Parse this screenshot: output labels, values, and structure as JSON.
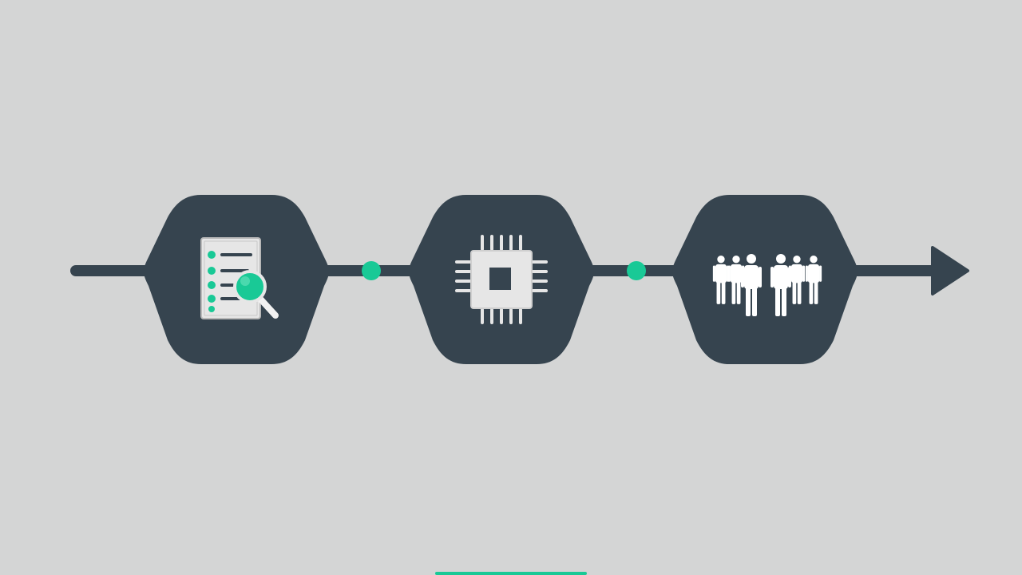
{
  "colors": {
    "background": "#d4d5d5",
    "node": "#36444f",
    "line": "#36444f",
    "accent": "#19c996",
    "icon_light": "#e6e6e6",
    "icon_white": "#ffffff"
  },
  "flow": {
    "direction": "left-to-right",
    "steps": [
      {
        "icon": "document-search-icon"
      },
      {
        "icon": "processor-chip-icon"
      },
      {
        "icon": "people-group-icon"
      }
    ],
    "connectors": [
      {
        "marker": "accent-dot"
      },
      {
        "marker": "accent-dot"
      }
    ],
    "end_marker": "arrow-head"
  }
}
